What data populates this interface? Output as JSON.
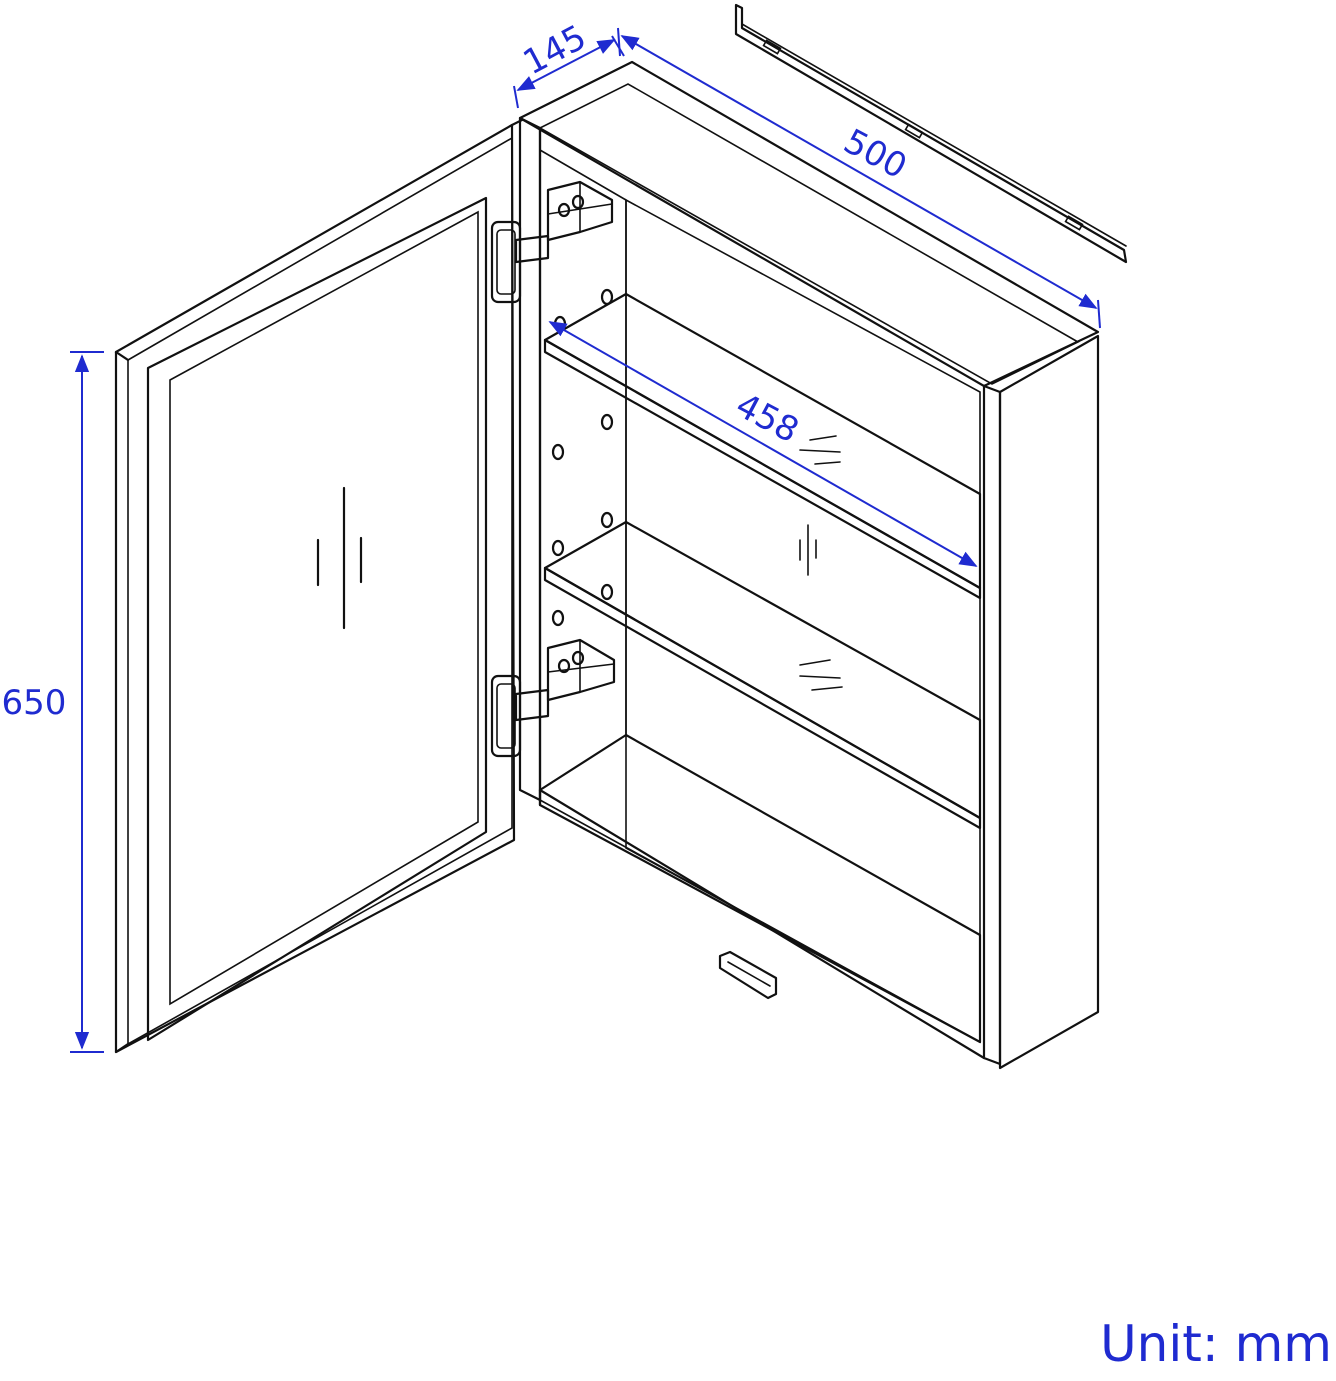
{
  "dimensions": {
    "height": "650",
    "depth": "145",
    "width": "500",
    "shelf_width": "458"
  },
  "unit_label": "Unit: mm",
  "colors": {
    "line": "#111111",
    "dimension": "#1f2bd0",
    "background": "#ffffff"
  }
}
